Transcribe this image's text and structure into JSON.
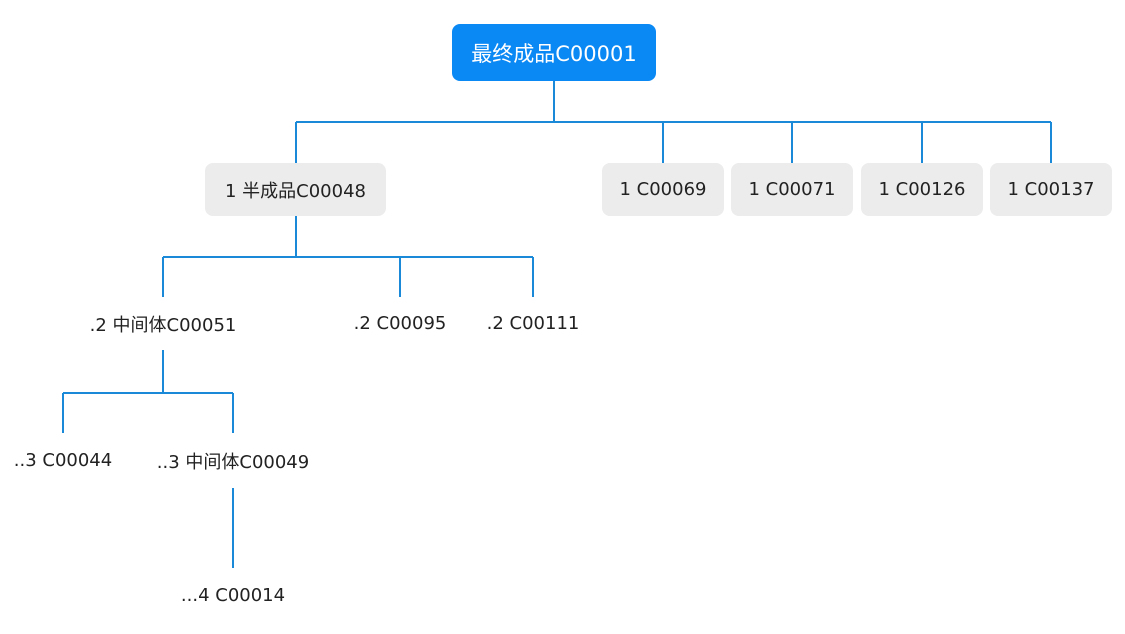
{
  "tree": {
    "root": {
      "label": "最终成品C00001"
    },
    "level1": [
      {
        "label": "1 半成品C00048"
      },
      {
        "label": "1 C00069"
      },
      {
        "label": "1 C00071"
      },
      {
        "label": "1 C00126"
      },
      {
        "label": "1 C00137"
      }
    ],
    "level2": [
      {
        "label": ".2 中间体C00051"
      },
      {
        "label": ".2 C00095"
      },
      {
        "label": ".2 C00111"
      }
    ],
    "level3": [
      {
        "label": "..3 C00044"
      },
      {
        "label": "..3 中间体C00049"
      }
    ],
    "level4": [
      {
        "label": "...4 C00014"
      }
    ],
    "colors": {
      "root_bg": "#0a88f4",
      "root_text": "#ffffff",
      "box_bg": "#ececec",
      "connector": "#1a8ad8",
      "text": "#222222"
    }
  }
}
